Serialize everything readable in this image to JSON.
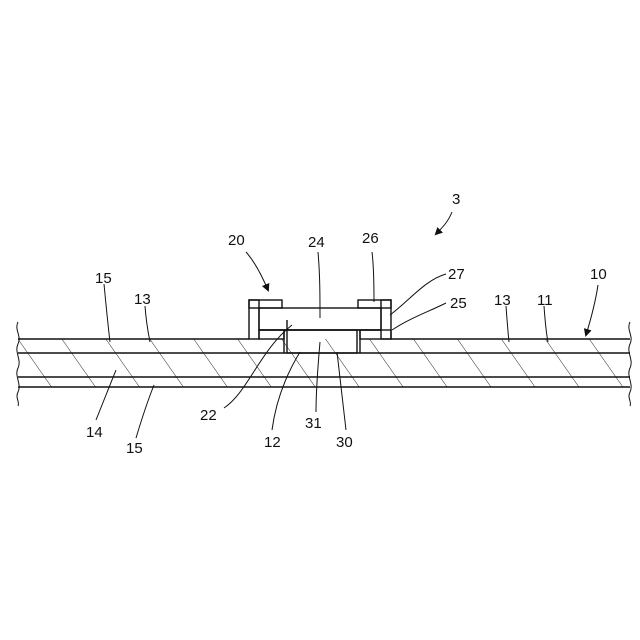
{
  "figure": {
    "labels": {
      "ref_3": "3",
      "ref_10": "10",
      "ref_11": "11",
      "ref_12": "12",
      "ref_13_left": "13",
      "ref_13_right": "13",
      "ref_14": "14",
      "ref_15_top": "15",
      "ref_15_bottom": "15",
      "ref_20": "20",
      "ref_22": "22",
      "ref_24": "24",
      "ref_25": "25",
      "ref_26": "26",
      "ref_27": "27",
      "ref_30": "30",
      "ref_31": "31"
    },
    "colors": {
      "line": "#111111",
      "background": "#ffffff"
    }
  }
}
